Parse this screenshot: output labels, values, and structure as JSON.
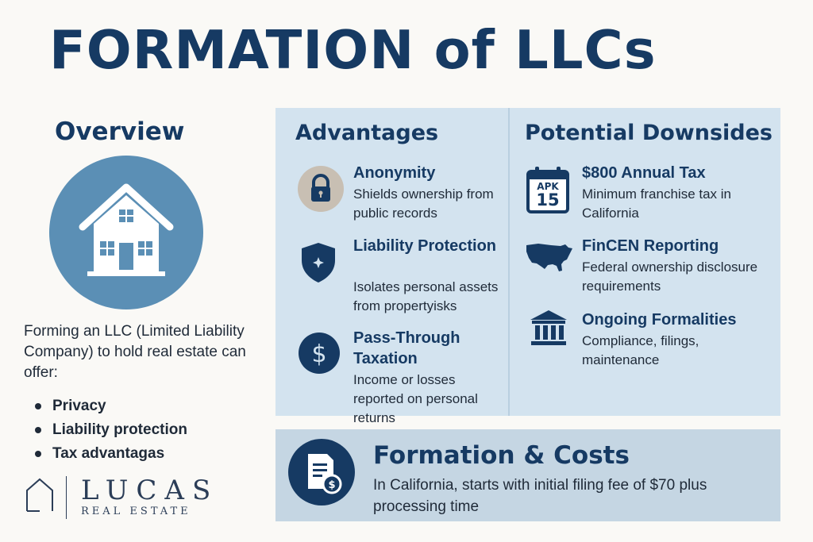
{
  "title": "FORMATION of LLCs",
  "overview": {
    "heading": "Overview",
    "intro": "Forming an LLC (Limited Liability Company) to hold real estate can offer:",
    "bullets": [
      "Privacy",
      "Liability protection",
      "Tax advantagas"
    ]
  },
  "logo": {
    "name": "LUCAS",
    "subtitle": "REAL ESTATE"
  },
  "advantages": {
    "heading": "Advantages",
    "items": [
      {
        "icon": "lock-icon",
        "title": "Anonymity",
        "desc": "Shields ownership from public records"
      },
      {
        "icon": "shield-icon",
        "title": "Liability Protection",
        "desc": "Isolates personal assets from propertyisks"
      },
      {
        "icon": "dollar-icon",
        "title": "Pass-Through Taxation",
        "desc": "Income or losses reported on personal returns"
      }
    ]
  },
  "downsides": {
    "heading": "Potential Downsides",
    "items": [
      {
        "icon": "calendar-icon",
        "title": "$800 Annual Tax",
        "desc": "Minimum franchise tax in California"
      },
      {
        "icon": "us-map-icon",
        "title": "FinCEN Reporting",
        "desc": "Federal ownership disclosure requirements"
      },
      {
        "icon": "bank-icon",
        "title": "Ongoing Formalities",
        "desc": "Compliance, filings, maintenance"
      }
    ]
  },
  "calendar": {
    "month": "APK",
    "day": "15"
  },
  "costs": {
    "icon": "document-dollar-icon",
    "title": "Formation & Costs",
    "desc": "In California, starts with initial filing fee of $70 plus processing time"
  },
  "colors": {
    "navy": "#163a63",
    "panel": "#d3e3ef",
    "bottom_panel": "#c5d6e3",
    "house_circle": "#5b8fb5"
  }
}
